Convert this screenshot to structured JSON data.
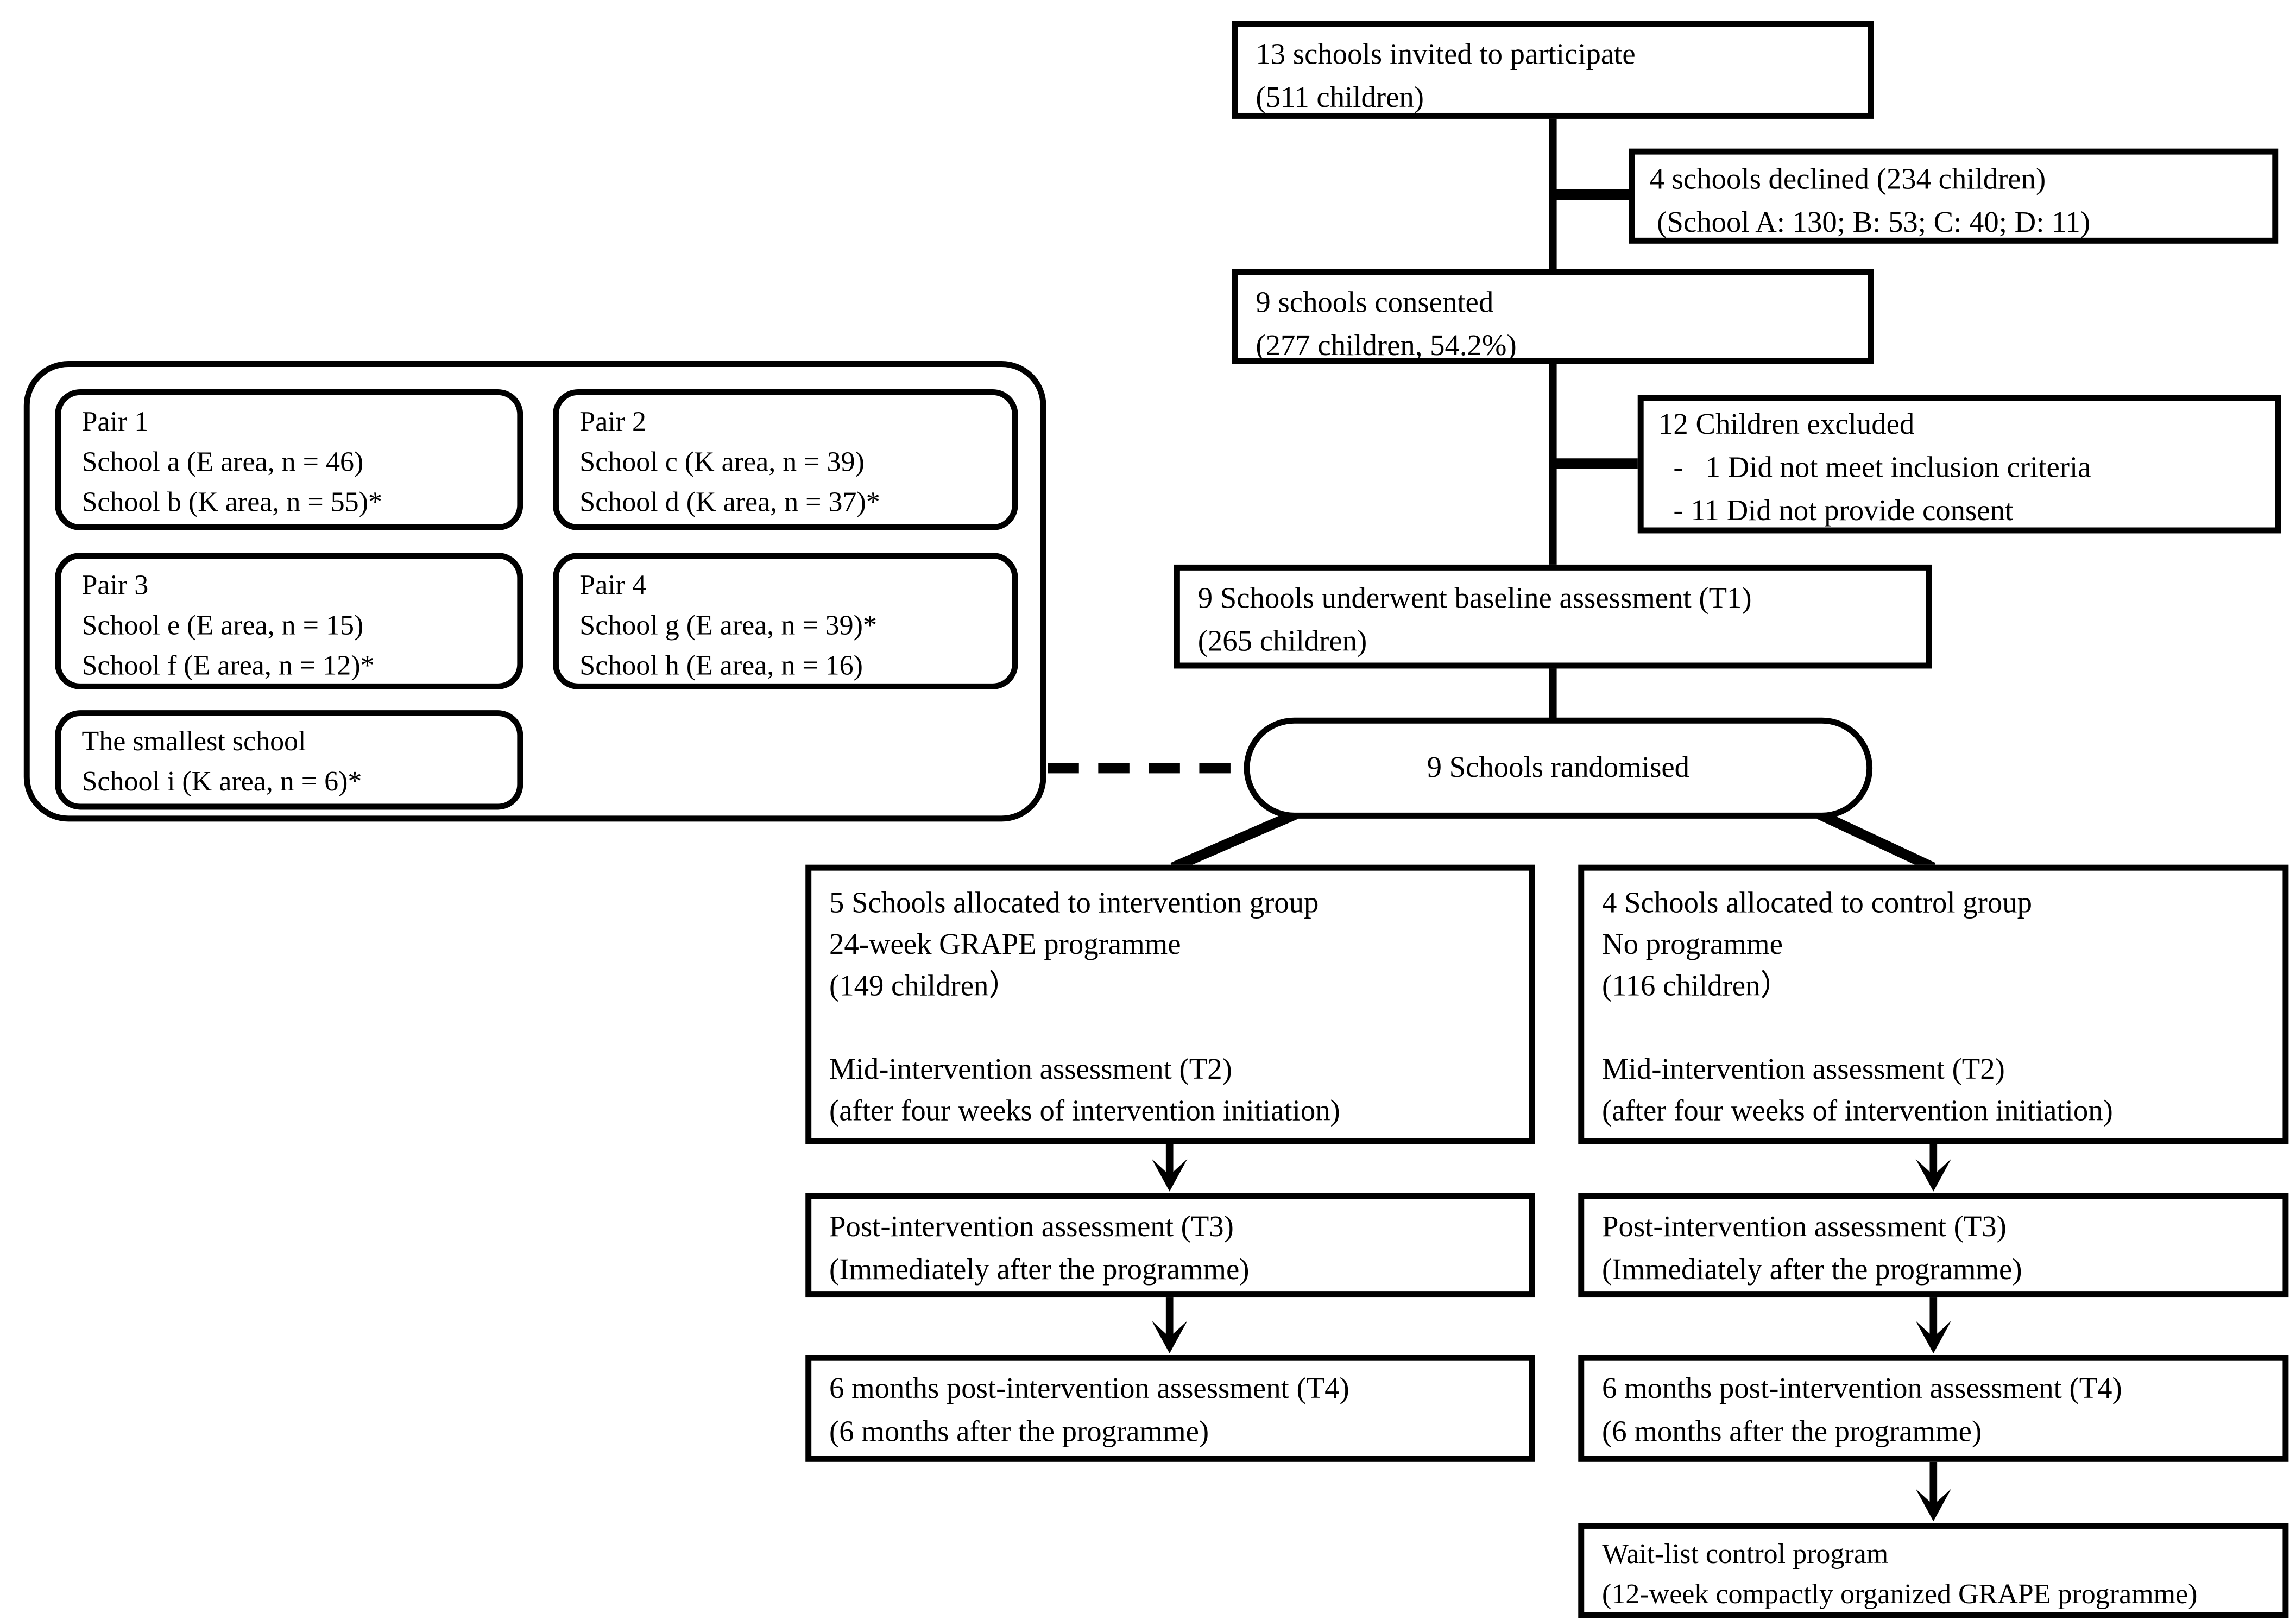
{
  "colors": {
    "line": "#000000",
    "background": "#ffffff"
  },
  "flow": {
    "invited": {
      "lines": [
        "13 schools invited to participate",
        "(511 children)"
      ]
    },
    "declined": {
      "lines": [
        "4 schools declined (234 children)",
        " (School A: 130; B: 53; C: 40; D: 11)"
      ]
    },
    "consented": {
      "lines": [
        "9 schools consented",
        "(277 children, 54.2%)"
      ]
    },
    "excluded": {
      "lines": [
        "12 Children excluded",
        "  -   1 Did not meet inclusion criteria",
        "  - 11 Did not provide consent"
      ]
    },
    "baseline": {
      "lines": [
        "9 Schools underwent baseline assessment (T1)",
        "(265 children)"
      ]
    },
    "randomised": {
      "label": "9 Schools randomised"
    },
    "pairs_panel": {
      "pair1": {
        "lines": [
          "Pair 1",
          "School a (E area, n = 46)",
          "School b (K area, n = 55)*"
        ]
      },
      "pair2": {
        "lines": [
          "Pair 2",
          "School c (K area, n = 39)",
          "School d (K area, n = 37)*"
        ]
      },
      "pair3": {
        "lines": [
          "Pair 3",
          "School e (E area, n = 15)",
          "School f (E area, n = 12)*"
        ]
      },
      "pair4": {
        "lines": [
          "Pair 4",
          "School g (E area, n = 39)*",
          "School h (E area, n = 16)"
        ]
      },
      "smallest": {
        "lines": [
          "The smallest school",
          "School i (K area, n = 6)*"
        ]
      }
    },
    "intervention": {
      "lines": [
        "5 Schools allocated to intervention group",
        "24-week GRAPE programme",
        "(149 children）",
        "",
        "Mid-intervention assessment (T2)",
        "(after four weeks of intervention initiation)"
      ]
    },
    "control": {
      "lines": [
        "4 Schools allocated to control group",
        "No programme",
        "(116 children）",
        "",
        "Mid-intervention assessment (T2)",
        "(after four weeks of intervention initiation)"
      ]
    },
    "t3_intervention": {
      "lines": [
        "Post-intervention assessment (T3)",
        "(Immediately after the programme)"
      ]
    },
    "t3_control": {
      "lines": [
        "Post-intervention assessment (T3)",
        "(Immediately after the programme)"
      ]
    },
    "t4_intervention": {
      "lines": [
        "6 months post-intervention assessment (T4)",
        "(6 months after the programme)"
      ]
    },
    "t4_control": {
      "lines": [
        "6 months post-intervention assessment (T4)",
        "(6 months after the programme)"
      ]
    },
    "waitlist": {
      "lines": [
        "Wait-list control program",
        "(12-week compactly organized GRAPE programme)"
      ]
    }
  }
}
